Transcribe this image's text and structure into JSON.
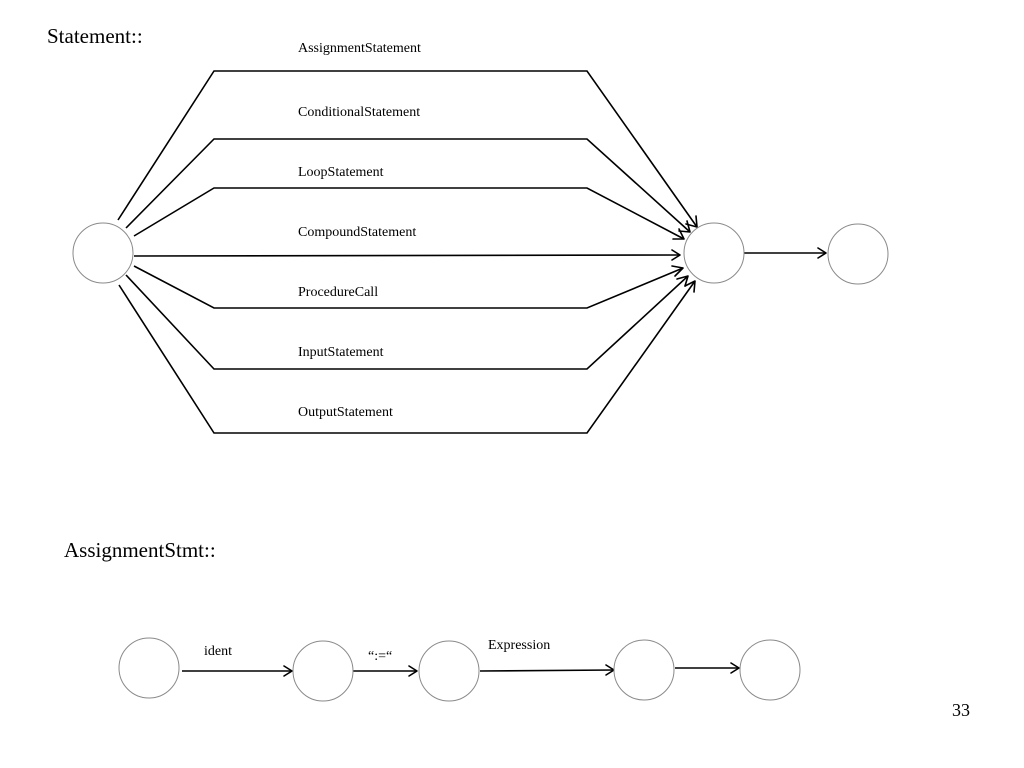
{
  "diagrams": [
    {
      "title": "Statement::",
      "edge_labels": [
        "AssignmentStatement",
        "ConditionalStatement",
        "LoopStatement",
        "CompoundStatement",
        "ProcedureCall",
        "InputStatement",
        "OutputStatement"
      ]
    },
    {
      "title": "AssignmentStmt::",
      "edge_labels": [
        "ident",
        "“:=“",
        "Expression"
      ]
    }
  ],
  "page_number": "33"
}
